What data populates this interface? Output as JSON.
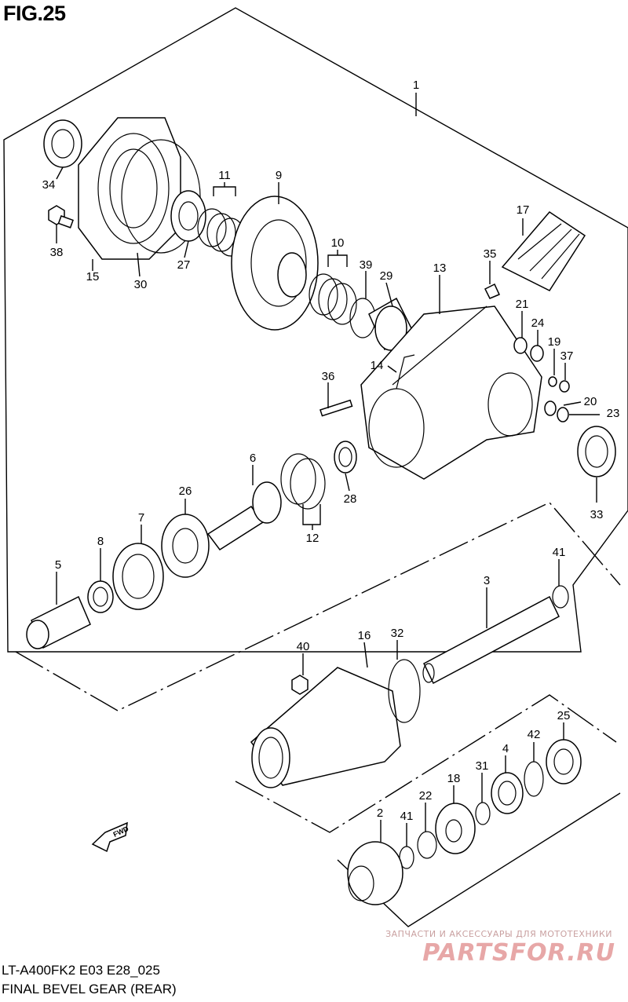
{
  "figure": {
    "title": "FIG.25",
    "model_code": "LT-A400FK2 E03 E28_025",
    "caption": "FINAL BEVEL GEAR (REAR)"
  },
  "direction_arrow": {
    "label": "FWD",
    "icon": "forward-arrow-icon"
  },
  "part_labels": [
    "1",
    "2",
    "3",
    "4",
    "5",
    "6",
    "7",
    "8",
    "9",
    "10",
    "11",
    "12",
    "13",
    "14",
    "15",
    "16",
    "17",
    "18",
    "19",
    "20",
    "21",
    "22",
    "23",
    "24",
    "25",
    "26",
    "27",
    "28",
    "29",
    "30",
    "31",
    "32",
    "33",
    "34",
    "35",
    "36",
    "37",
    "38",
    "39",
    "40",
    "41",
    "41",
    "42"
  ],
  "watermark": {
    "small_text": "ЗАПЧАСТИ И АКСЕССУАРЫ ДЛЯ МОТОТЕХНИКИ",
    "brand_text": "PARTSFOR.RU",
    "color": "#e7a7a7"
  }
}
